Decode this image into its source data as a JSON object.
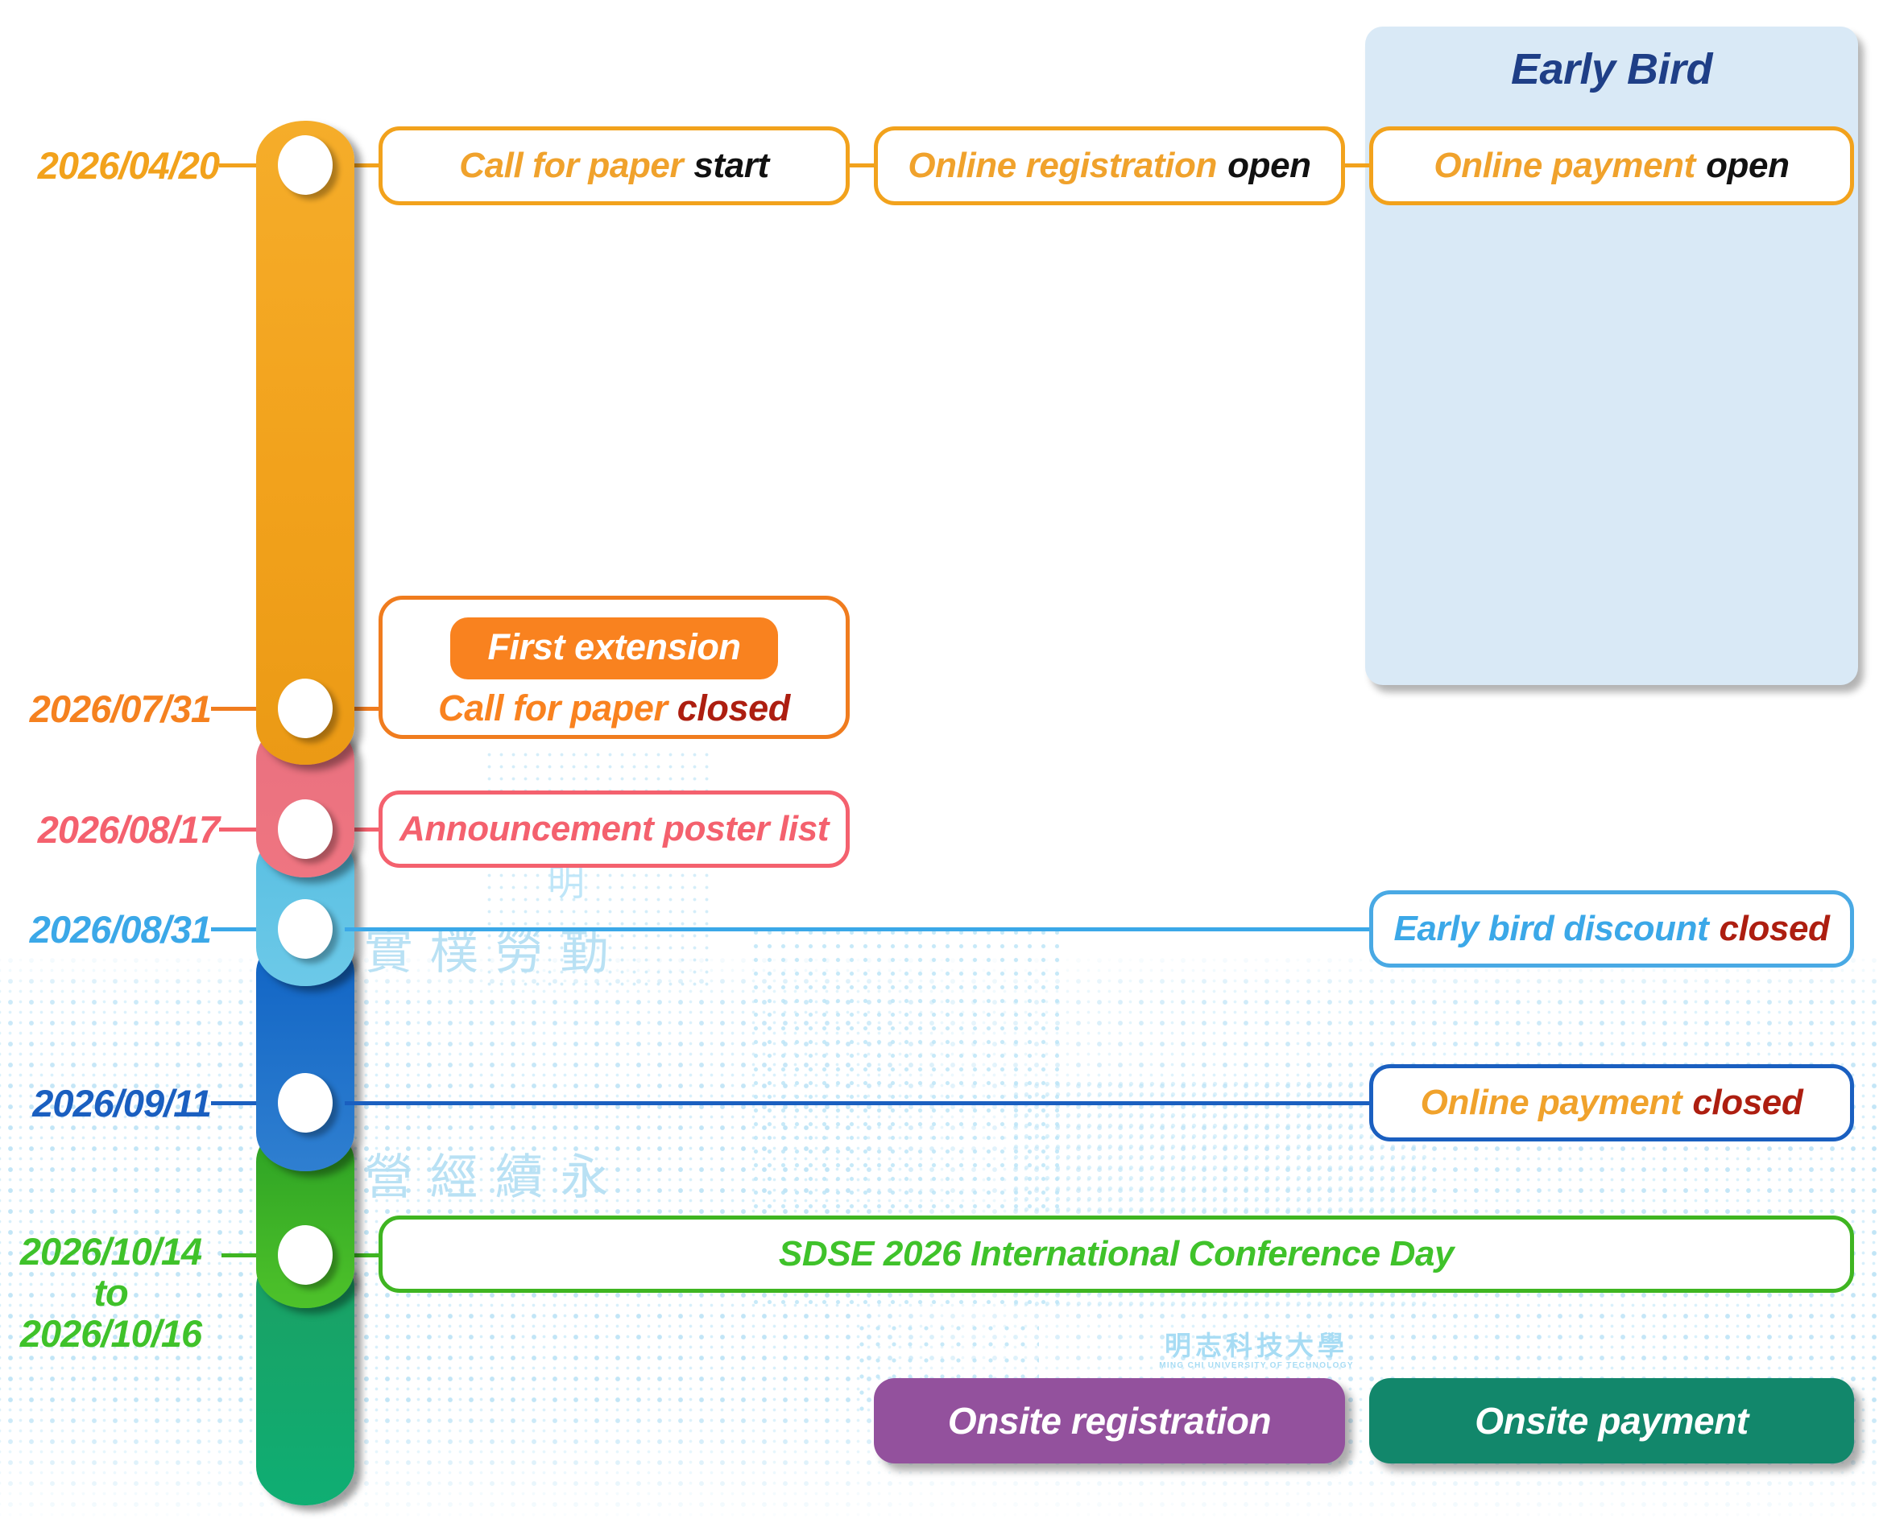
{
  "palette": {
    "amber": "#f2a21c",
    "amber_text": "#f0a22c",
    "orange": "#f9821f",
    "orange_border": "#f07c1e",
    "pink": "#ef6f7c",
    "pink_text": "#f4616e",
    "cyan": "#5bc0e2",
    "cyan_text": "#3ba8e8",
    "blue": "#1769c6",
    "blue_text": "#1a5fc0",
    "green": "#3fb521",
    "green_text": "#3fc22a",
    "teal": "#12a06e",
    "purple": "#93519d",
    "dark_red": "#ad1e10",
    "navy": "#1f3f87",
    "panel_blue": "#d9e9f6",
    "black": "#111111",
    "white": "#ffffff"
  },
  "early_bird": {
    "title": "Early Bird"
  },
  "timeline": [
    {
      "id": "call-for-paper-start",
      "date": "2026/04/20",
      "date_lines": [
        "2026/04/20"
      ],
      "color_key": "amber",
      "boxes": [
        {
          "name": "call-for-paper-start",
          "t1": "Call for paper",
          "t2": "start",
          "t1_color": "amber_text",
          "t2_color": "black"
        },
        {
          "name": "online-registration-open",
          "t1": "Online registration",
          "t2": "open",
          "t1_color": "amber_text",
          "t2_color": "black"
        },
        {
          "name": "online-payment-open",
          "t1": "Online payment",
          "t2": "open",
          "t1_color": "amber_text",
          "t2_color": "black"
        }
      ]
    },
    {
      "id": "call-for-paper-closed",
      "date": "2026/07/31",
      "date_lines": [
        "2026/07/31"
      ],
      "color_key": "orange",
      "extension_badge": "First extension",
      "boxes": [
        {
          "name": "call-for-paper-closed",
          "t1": "Call for paper",
          "t2": "closed",
          "t1_color": "orange",
          "t2_color": "dark_red"
        }
      ]
    },
    {
      "id": "announcement-poster-list",
      "date": "2026/08/17",
      "date_lines": [
        "2026/08/17"
      ],
      "color_key": "pink",
      "boxes": [
        {
          "name": "announcement-poster-list",
          "t1": "Announcement poster list",
          "t2": "",
          "t1_color": "pink_text",
          "t2_color": "pink_text"
        }
      ]
    },
    {
      "id": "early-bird-discount-closed",
      "date": "2026/08/31",
      "date_lines": [
        "2026/08/31"
      ],
      "color_key": "cyan",
      "boxes": [
        {
          "name": "early-bird-discount-closed",
          "t1": "Early bird discount",
          "t2": "closed",
          "t1_color": "cyan_text",
          "t2_color": "dark_red"
        }
      ]
    },
    {
      "id": "online-payment-closed",
      "date": "2026/09/11",
      "date_lines": [
        "2026/09/11"
      ],
      "color_key": "blue",
      "boxes": [
        {
          "name": "online-payment-closed",
          "t1": "Online payment",
          "t2": "closed",
          "t1_color": "amber_text",
          "t2_color": "dark_red"
        }
      ]
    },
    {
      "id": "conference-day",
      "date": "2026/10/14 to 2026/10/16",
      "date_lines": [
        "2026/10/14",
        "to",
        "2026/10/16"
      ],
      "color_key": "green",
      "boxes": [
        {
          "name": "conference-day",
          "t1": "SDSE 2026 International Conference Day",
          "t2": "",
          "t1_color": "green_text",
          "t2_color": "green_text"
        }
      ]
    }
  ],
  "onsite": [
    {
      "name": "onsite-registration",
      "label": "Onsite registration",
      "color_key": "purple"
    },
    {
      "name": "onsite-payment",
      "label": "Onsite payment",
      "color_key": "teal"
    }
  ],
  "watermark": {
    "vertical_text_1": "勤勞樸實",
    "vertical_text_2": "永續經營",
    "logo_cn": "明志科技大學",
    "logo_en": "MING CHI UNIVERSITY OF TECHNOLOGY",
    "crest_glyph": "明"
  }
}
